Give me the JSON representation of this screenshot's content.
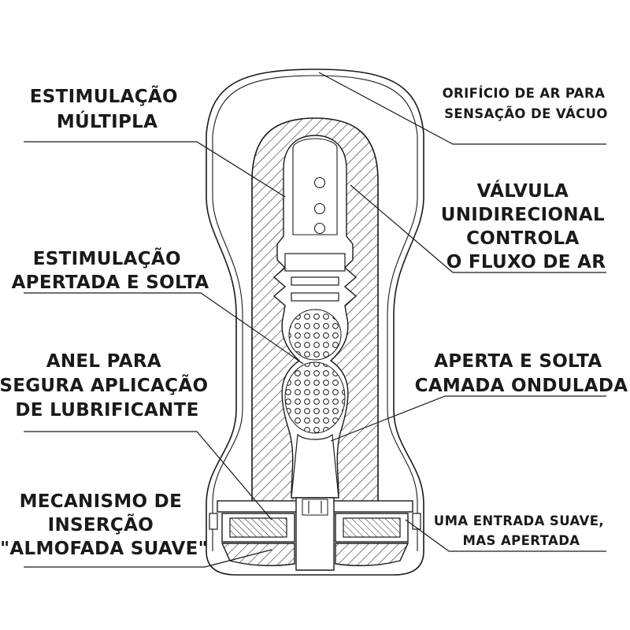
{
  "labels": {
    "multi_stimulation": [
      "ESTIMULAÇÃO",
      "MÚLTIPLA"
    ],
    "tight_loose": [
      "ESTIMULAÇÃO",
      "APERTADA E SOLTA"
    ],
    "lube_ring": [
      "ANEL PARA",
      "SEGURA APLICAÇÃO",
      "DE LUBRIFICANTE"
    ],
    "soft_cushion": [
      "MECANISMO DE",
      "INSERÇÃO",
      "\"ALMOFADA SUAVE\""
    ],
    "air_hole": [
      "ORIFÍCIO DE AR PARA",
      "SENSAÇÃO DE VÁCUO"
    ],
    "valve": [
      "VÁLVULA",
      "UNIDIRECIONAL",
      "CONTROLA",
      "O FLUXO DE AR"
    ],
    "wavy_layer": [
      "APERTA E SOLTA",
      "CAMADA ONDULADA"
    ],
    "smooth_entry": [
      "UMA ENTRADA SUAVE,",
      "MAS APERTADA"
    ]
  },
  "colors": {
    "line": "#1a1a1a",
    "background": "#ffffff"
  }
}
